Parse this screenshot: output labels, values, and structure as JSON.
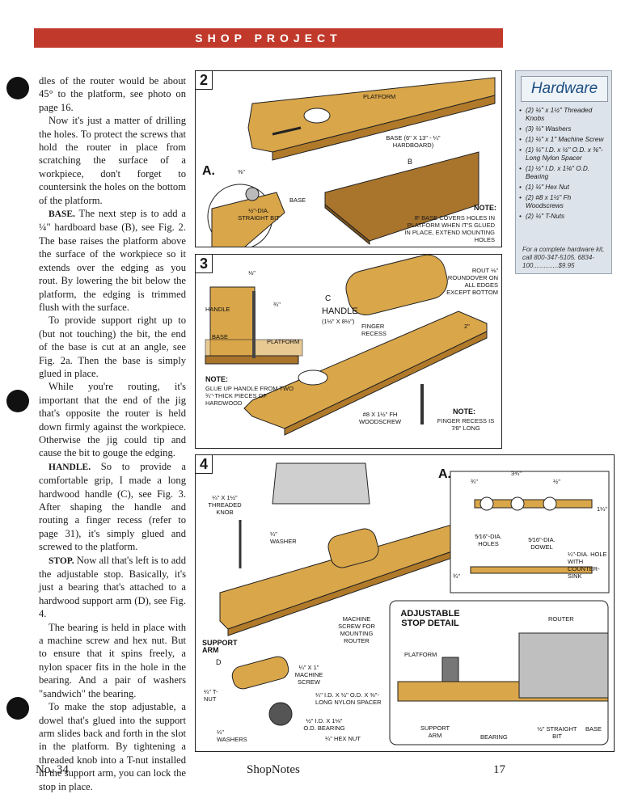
{
  "header": {
    "banner": "SHOP PROJECT"
  },
  "body": {
    "p1": "dles of the router would be about 45° to the platform, see photo on page 16.",
    "p2": "Now it's just a matter of drilling the holes. To protect the screws that hold the router in place from scratching the surface of a workpiece, don't forget to countersink the holes on the bottom of the platform.",
    "p3_run": "BASE.",
    "p3": " The next step is to add a ¼\" hardboard base (B), see Fig. 2. The base raises the platform above the surface of the workpiece so it extends over the edging as you rout. By lowering the bit below the platform, the edging is trimmed flush with the surface.",
    "p4": "To provide support right up to (but not touching) the bit, the end of the base is cut at an angle, see Fig. 2a. Then the base is simply glued in place.",
    "p5": "While you're routing, it's important that the end of the jig that's opposite the router is held down firmly against the workpiece. Otherwise the jig could tip and cause the bit to gouge the edging.",
    "p6_run": "HANDLE.",
    "p6": " So to provide a comfortable grip, I made a long hardwood handle (C), see Fig. 3. After shaping the handle and routing a finger recess (refer to page 31), it's simply glued and screwed to the platform.",
    "p7_run": "STOP.",
    "p7": " Now all that's left is to add the adjustable stop. Basically, it's just a bearing that's attached to a hardwood support arm (D), see Fig. 4.",
    "p8": "The bearing is held in place with a machine screw and hex nut. But to ensure that it spins freely, a nylon spacer fits in the hole in the bearing. And a pair of washers \"sandwich\" the bearing.",
    "p9": "To make the stop adjustable, a dowel that's glued into the support arm slides back and forth in the slot in the platform. By tightening a threaded knob into a T-nut installed in the support arm, you can lock the stop in place."
  },
  "footer": {
    "issue": "No. 34",
    "magazine": "ShopNotes",
    "page": "17"
  },
  "hardware": {
    "title": "Hardware",
    "items": [
      "(2) ¼\" x 1½\" Threaded Knobs",
      "(3) ¼\" Washers",
      "(1) ¼\" x 1\" Machine Screw",
      "(1) ¼\" I.D. x ½\" O.D. x ⅜\"-Long Nylon Spacer",
      "(1) ½\" I.D. x 1⅛\" O.D. Bearing",
      "(1) ¼\" Hex Nut",
      "(2) #8 x 1½\" Fh Woodscrews",
      "(2) ¼\" T-Nuts"
    ],
    "kit": "For a complete hardware kit, call 800-347-5105. 6834-100..............$9.95"
  },
  "fig2": {
    "num": "2",
    "sub": "a.",
    "platform": "PLATFORM",
    "base": "BASE (6\" x 13\" - ¼\" HARDBOARD)",
    "base_ref": "B",
    "dim": "⅜\"",
    "bit": "½\"-DIA. STRAIGHT BIT",
    "base_small": "BASE",
    "note_head": "NOTE:",
    "note": "IF BASE COVERS HOLES IN PLATFORM WHEN IT'S GLUED IN PLACE, EXTEND MOUNTING HOLES"
  },
  "fig3": {
    "num": "3",
    "dim_top": "⅛\"",
    "dim_side": "¾\"",
    "handle_label": "HANDLE",
    "base_label": "BASE",
    "platform_label": "PLATFORM",
    "handle_ref": "C",
    "handle_big": "HANDLE",
    "handle_size": "(1½\" x 8½\")",
    "finger": "FINGER RECESS",
    "rout": "ROUT ⅛\" ROUNDOVER ON ALL EDGES EXCEPT BOTTOM",
    "dim_2": "2\"",
    "note_head": "NOTE:",
    "note": "GLUE UP HANDLE FROM TWO ¾\"-THICK PIECES OF HARDWOOD",
    "screw": "#8 x 1½\" Fh WOODSCREW",
    "note2_head": "NOTE:",
    "note2": "FINGER RECESS IS 7⁄8\" LONG"
  },
  "fig4": {
    "num": "4",
    "sub": "a.",
    "knob": "¼\" x 1½\" THREADED KNOB",
    "washer": "¼\" WASHER",
    "support": "SUPPORT ARM",
    "support_ref": "D",
    "tnut": "¼\" T-NUT",
    "washers": "¼\" WASHERS",
    "mscrew": "MACHINE SCREW FOR MOUNTING ROUTER",
    "mscrew2": "¼\" x 1\" MACHINE SCREW",
    "spacer": "¼\" I.D. x ½\" O.D. x ⅜\"-LONG NYLON SPACER",
    "bearing": "½\" I.D. x 1⅛\" O.D. BEARING",
    "hexnut": "¼\" HEX NUT",
    "d_334": "3¾\"",
    "d_34": "¾\"",
    "d_12": "½\"",
    "d_114": "1¼\"",
    "holes": "5⁄16\"-DIA. HOLES",
    "dowel": "5⁄16\"-DIA. DOWEL",
    "cs": "¼\"-DIA. HOLE WITH COUNTER-SINK",
    "d_side": "¾\"",
    "detail_title": "ADJUSTABLE STOP DETAIL",
    "router": "ROUTER",
    "platform": "PLATFORM",
    "sarm": "SUPPORT ARM",
    "bearing2": "BEARING",
    "bit": "½\" STRAIGHT BIT",
    "base": "BASE"
  },
  "colors": {
    "banner": "#c0392b",
    "wood": "#d9a64a",
    "wood_dark": "#b07a2a",
    "base": "#a9742c",
    "hardware_bg": "#dde3ea"
  }
}
